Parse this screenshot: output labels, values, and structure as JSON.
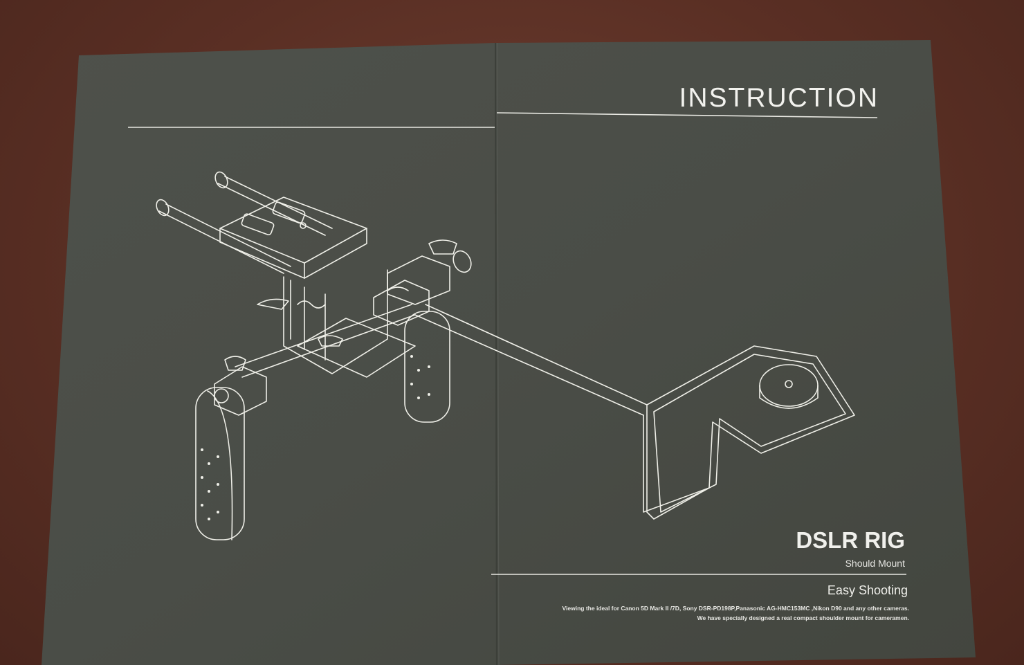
{
  "document": {
    "title": "INSTRUCTION",
    "product_name": "DSLR RIG",
    "product_subtitle": "Should Mount",
    "tagline": "Easy Shooting",
    "description_lines": [
      "Viewing the ideal for Canon 5D Mark II /7D, Sony DSR-PD198P,Panasonic AG-HMC153MC ,Nikon D90 and any other cameras.",
      "We have specially designed a real compact shoulder mount for cameramen."
    ]
  },
  "colors": {
    "paper": "#4b4e48",
    "line_art": "#f0f0ea",
    "table": "#5a2f24"
  },
  "illustration": {
    "icon": "dslr-shoulder-rig-line-drawing"
  }
}
